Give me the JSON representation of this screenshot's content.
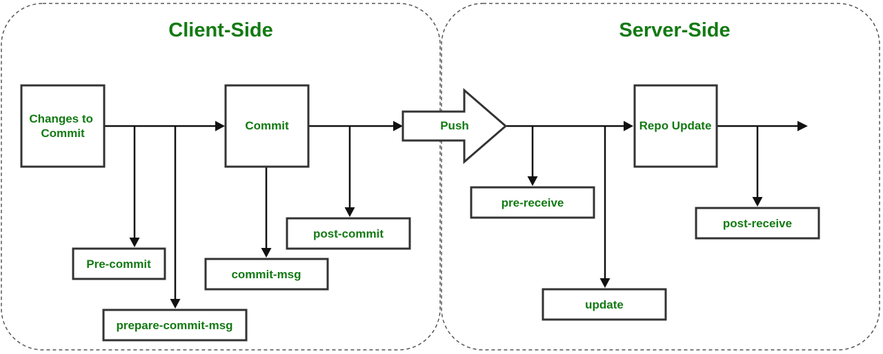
{
  "regions": {
    "client": {
      "title": "Client-Side"
    },
    "server": {
      "title": "Server-Side"
    }
  },
  "nodes": {
    "changes": {
      "line1": "Changes to",
      "line2": "Commit"
    },
    "commit": {
      "label": "Commit"
    },
    "push": {
      "label": "Push"
    },
    "repo_update": {
      "label": "Repo Update"
    },
    "pre_commit": {
      "label": "Pre-commit"
    },
    "prepare_commit_msg": {
      "label": "prepare-commit-msg"
    },
    "commit_msg": {
      "label": "commit-msg"
    },
    "post_commit": {
      "label": "post-commit"
    },
    "pre_receive": {
      "label": "pre-receive"
    },
    "update": {
      "label": "update"
    },
    "post_receive": {
      "label": "post-receive"
    }
  },
  "colors": {
    "label_green": "#137a13",
    "box_border": "#333333",
    "arrow": "#111111"
  }
}
